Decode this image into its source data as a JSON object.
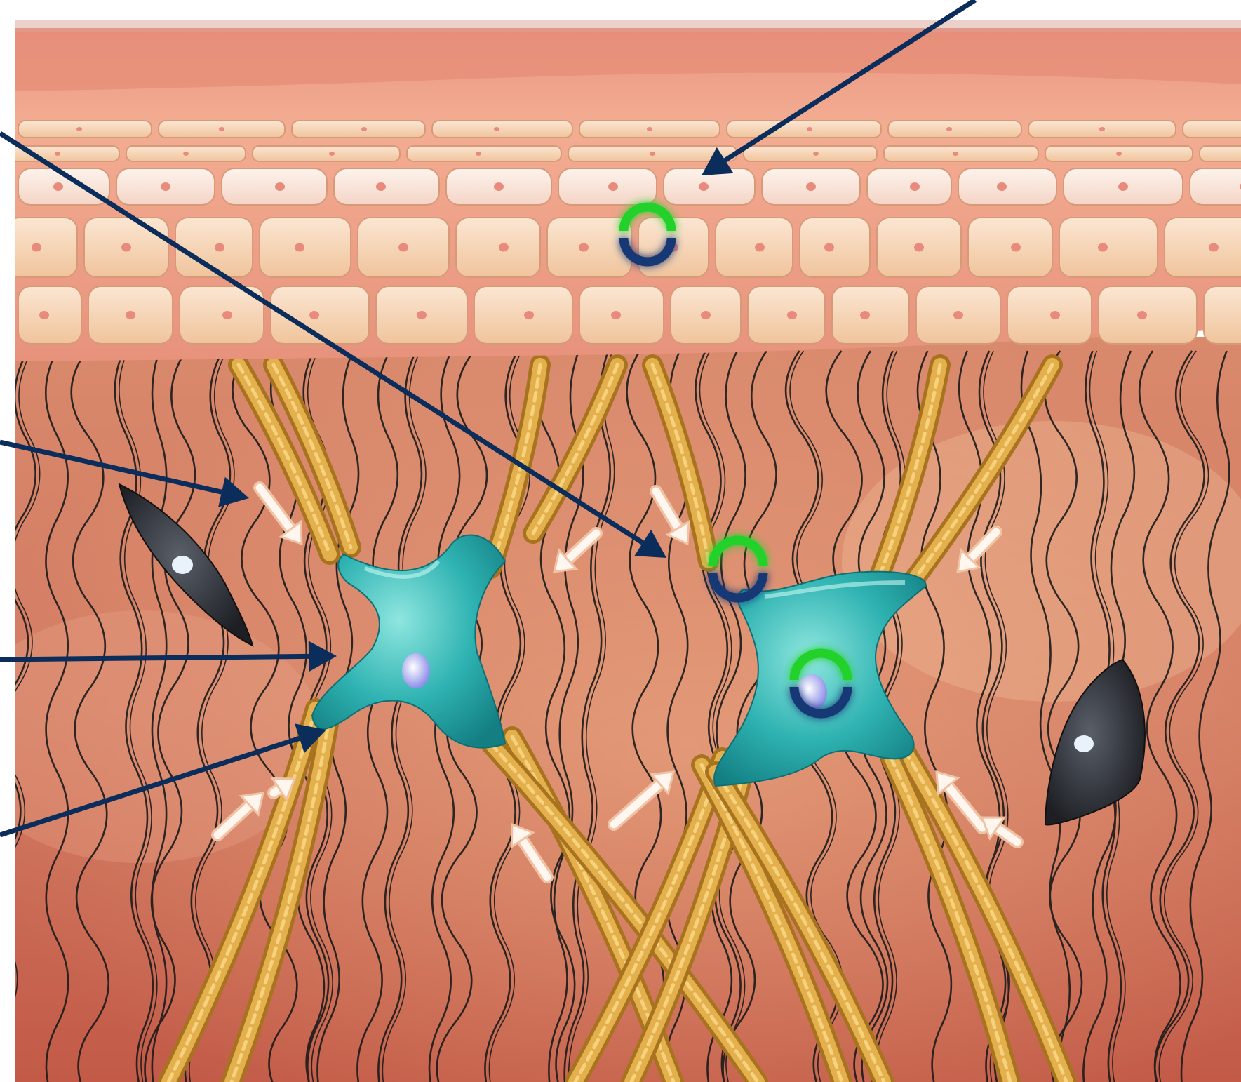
{
  "figure": {
    "has_text_labels": false,
    "colors": {
      "background": "#ffffff",
      "epidermis": "#f0a68e",
      "epidermis_surface": "#e99682",
      "cell_fill": "#f6d2b1",
      "cell_fill_light": "#f9e3d6",
      "cell_stroke": "#d79a78",
      "nucleus": "#e88a7c",
      "dermis_top": "#d98a6c",
      "dermis_bottom": "#c65e4a",
      "collagen_fiber": "#c9952e",
      "collagen_highlight": "#f0c25a",
      "elastin_fiber": "#1b1b1b",
      "fibroblast_body": "#2db5b5",
      "fibroblast_highlight": "#7fe1dc",
      "fibroblast_nucleus": "#8e8fe8",
      "spindle_cell": "#2c2f35",
      "pointer_arrow": "#0b2d5b",
      "contraction_arrow": "#fbeee2",
      "brand_ring_top": "#21d12a",
      "brand_ring_bottom": "#173774"
    },
    "regions": [
      "epidermis",
      "dermis"
    ],
    "elements": {
      "pointer_arrows": [
        "pointer-arrow-1",
        "pointer-arrow-2",
        "pointer-arrow-3",
        "pointer-arrow-4",
        "pointer-arrow-5"
      ],
      "contraction_arrow_count": 10,
      "fibroblast_count": 2,
      "spindle_cell_count": 2,
      "brand_ring_count": 3
    }
  }
}
